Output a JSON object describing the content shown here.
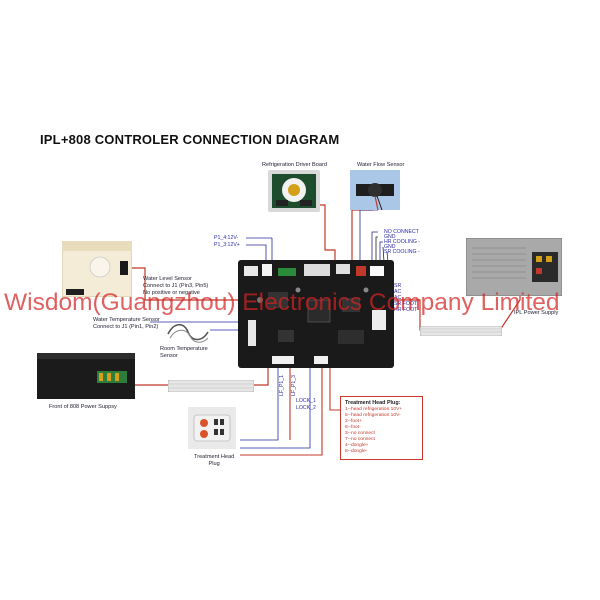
{
  "title": "IPL+808 CONTROLER CONNECTION DIAGRAM",
  "watermark": "Wisdom(Guangzhou) Electronics Company Limited",
  "captions": {
    "refrigeration_driver_board": "Refrigeration Driver Board",
    "water_flow_sensor": "Water Flow Sensor",
    "water_level_sensor": [
      "Water Level Sensor",
      "Connect to J1 (Pin3, Pin5)",
      "No positive or negative"
    ],
    "water_temperature_sensor": [
      "Water Temperature Sensor",
      "Connect to J1 (Pin1, Pin2)"
    ],
    "room_temperature_sensor": [
      "Room Temperature",
      "Sensor"
    ],
    "front_808_power_supply": "Front of 808 Power Suppsy",
    "ipl_power_supply": "IPL Power Supply",
    "treatment_head_plug": [
      "Treatment Head",
      "Plug"
    ]
  },
  "left_labels": [
    "P1_4:12V-",
    "P1_3:12V+"
  ],
  "right_top_labels": [
    "NO CONNECT",
    "GND",
    "HR COOLING -",
    "GND",
    "SR COOLING -"
  ],
  "right_mid_labels": [
    "SR",
    "AC",
    "AC",
    "SR FOOT",
    "HR FOOT"
  ],
  "bottom_labels": [
    "LF_P1_1",
    "LF_P1_3",
    "LOCK_1",
    "LOCK_2"
  ],
  "treatment_plug": {
    "heading": "Treatment Head Plug:",
    "items": [
      "1--head refrigeration 10V+",
      "5--head refrigeration 10V-",
      "2--foot+",
      "6--foot-",
      "3--no connect",
      "7--no connect",
      "4--dongle+",
      "8--dongle-"
    ]
  }
}
